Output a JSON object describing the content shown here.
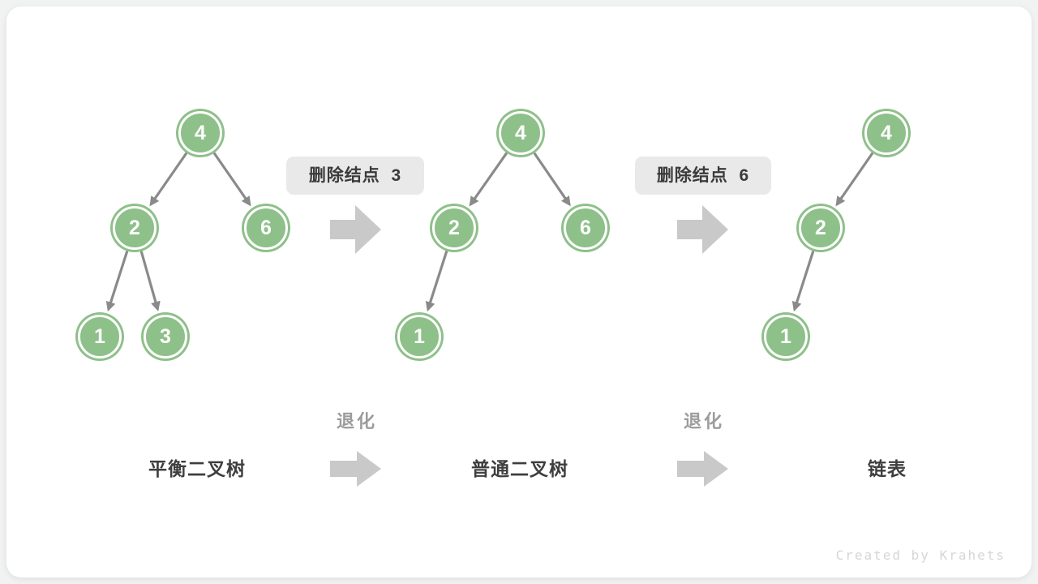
{
  "figure": {
    "step_labels": [
      "删除结点  3",
      "删除结点  6"
    ],
    "degrade_label": "退化",
    "watermark": "Created by Krahets"
  },
  "trees": [
    {
      "name": "平衡二叉树",
      "nodes": [
        "4",
        "2",
        "6",
        "1",
        "3"
      ]
    },
    {
      "name": "普通二叉树",
      "nodes": [
        "4",
        "2",
        "6",
        "1"
      ]
    },
    {
      "name": "链表",
      "nodes": [
        "4",
        "2",
        "1"
      ]
    }
  ],
  "colors": {
    "node_fill": "#8ec08a",
    "node_ring": "#ffffff",
    "edge_arrow": "#8a8a8a",
    "block_arrow": "#c9c9c9",
    "step_label_bg": "#e9e9e9",
    "step_label_text": "#3a3a3a",
    "degrade_text": "#9c9c9c",
    "tree_name_text": "#3e3e3e",
    "watermark_text": "#d6d6d6",
    "card_bg": "#ffffff",
    "page_bg": "#f1f2f2"
  }
}
